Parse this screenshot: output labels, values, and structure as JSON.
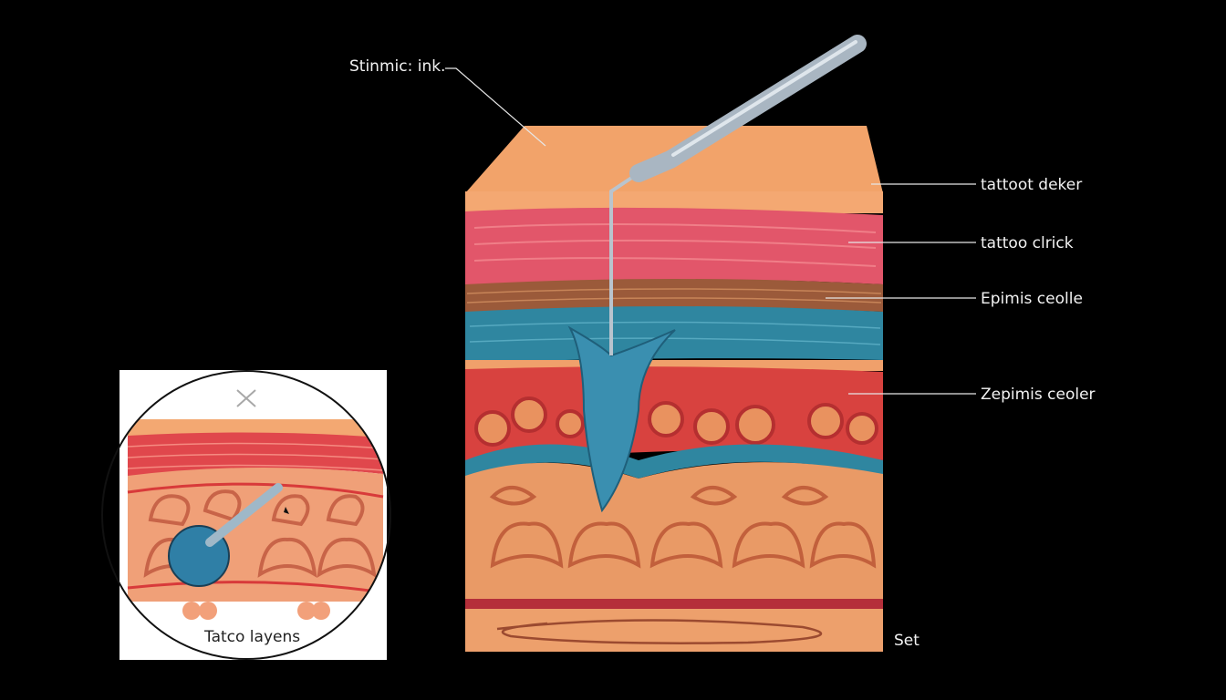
{
  "labels": {
    "top_left": "Stinmic: ink.",
    "right_1": "tattoot deker",
    "right_2": "tattoo clrick",
    "right_3": "Epimis ceolle",
    "right_4": "Zepimis ceoler",
    "bottom_right": "Set"
  },
  "inset": {
    "caption": "Tatco layens",
    "close_icon": "close-icon"
  },
  "colors": {
    "background": "#000000",
    "skin_top": "#f2a36a",
    "epidermis_pink": "#e2566a",
    "brown_band": "#9b5a3a",
    "teal_layer": "#2f86a0",
    "dermis_red": "#d8423f",
    "fat_orange": "#e99a66",
    "needle": "#a9b6c2",
    "ink_drop": "#3a8fb0"
  }
}
